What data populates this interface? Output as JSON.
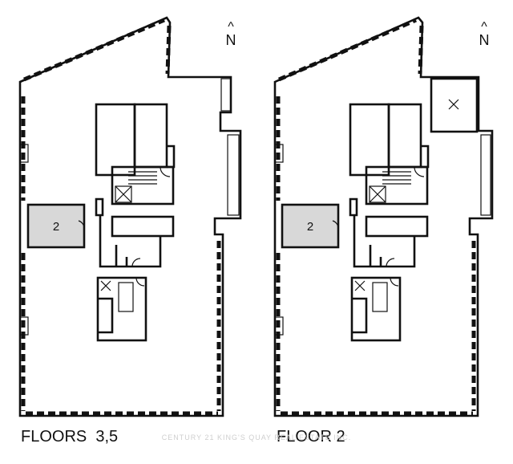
{
  "plans": [
    {
      "key": "left",
      "title": "FLOORS  3,5",
      "north": "N",
      "unit_label": "2",
      "has_void": false
    },
    {
      "key": "right",
      "title": "FLOOR 2",
      "north": "N",
      "unit_label": "2",
      "has_void": true
    }
  ],
  "watermark": "CENTURY 21 KING'S QUAY REAL ESTATE INC."
}
